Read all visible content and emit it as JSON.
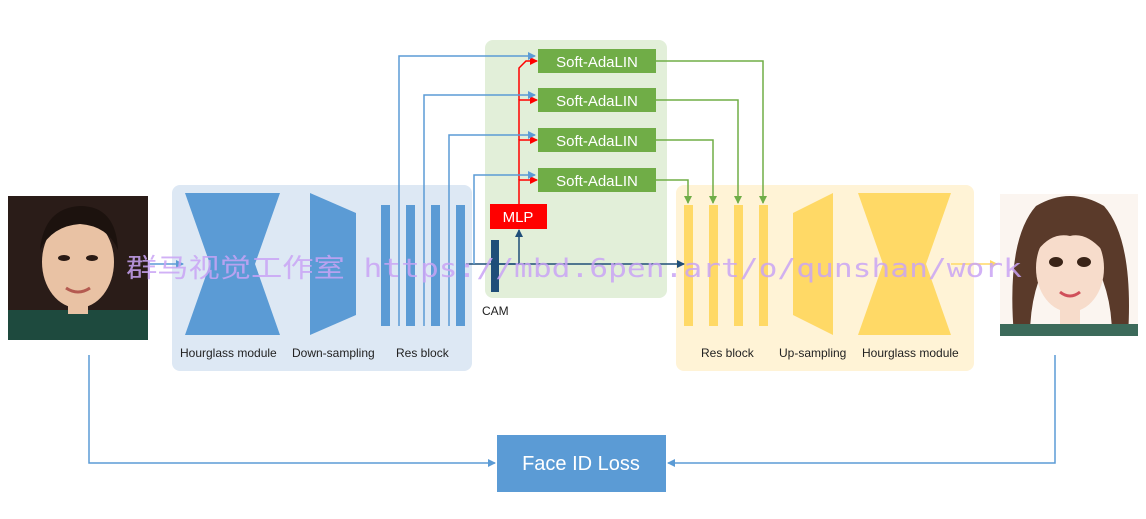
{
  "encoder": {
    "labels": [
      "Hourglass module",
      "Down-sampling",
      "Res block"
    ]
  },
  "decoder": {
    "labels": [
      "Res block",
      "Up-sampling",
      "Hourglass module"
    ]
  },
  "attention": {
    "cam_label": "CAM",
    "mlp_label": "MLP",
    "ada_labels": [
      "Soft-AdaLIN",
      "Soft-AdaLIN",
      "Soft-AdaLIN",
      "Soft-AdaLIN"
    ]
  },
  "loss": {
    "label": "Face ID Loss"
  },
  "watermark": "群马视觉工作室 https://mbd.6pen.art/o/qunshan/work",
  "colors": {
    "encoder_panel": "#dde8f4",
    "encoder_shape": "#5b9bd5",
    "decoder_panel": "#fff3d6",
    "decoder_shape": "#ffd966",
    "attention_panel": "#e2efd9",
    "ada_box": "#70ad47",
    "mlp_box": "#ff0000",
    "cam_bar": "#1f4e79",
    "loss_box": "#5b9bd5",
    "arrow_blue": "#5b9bd5",
    "arrow_green": "#70ad47",
    "arrow_red": "#ff0000"
  },
  "images": {
    "input_icon": "real-face-photo",
    "output_icon": "anime-face-illustration"
  }
}
